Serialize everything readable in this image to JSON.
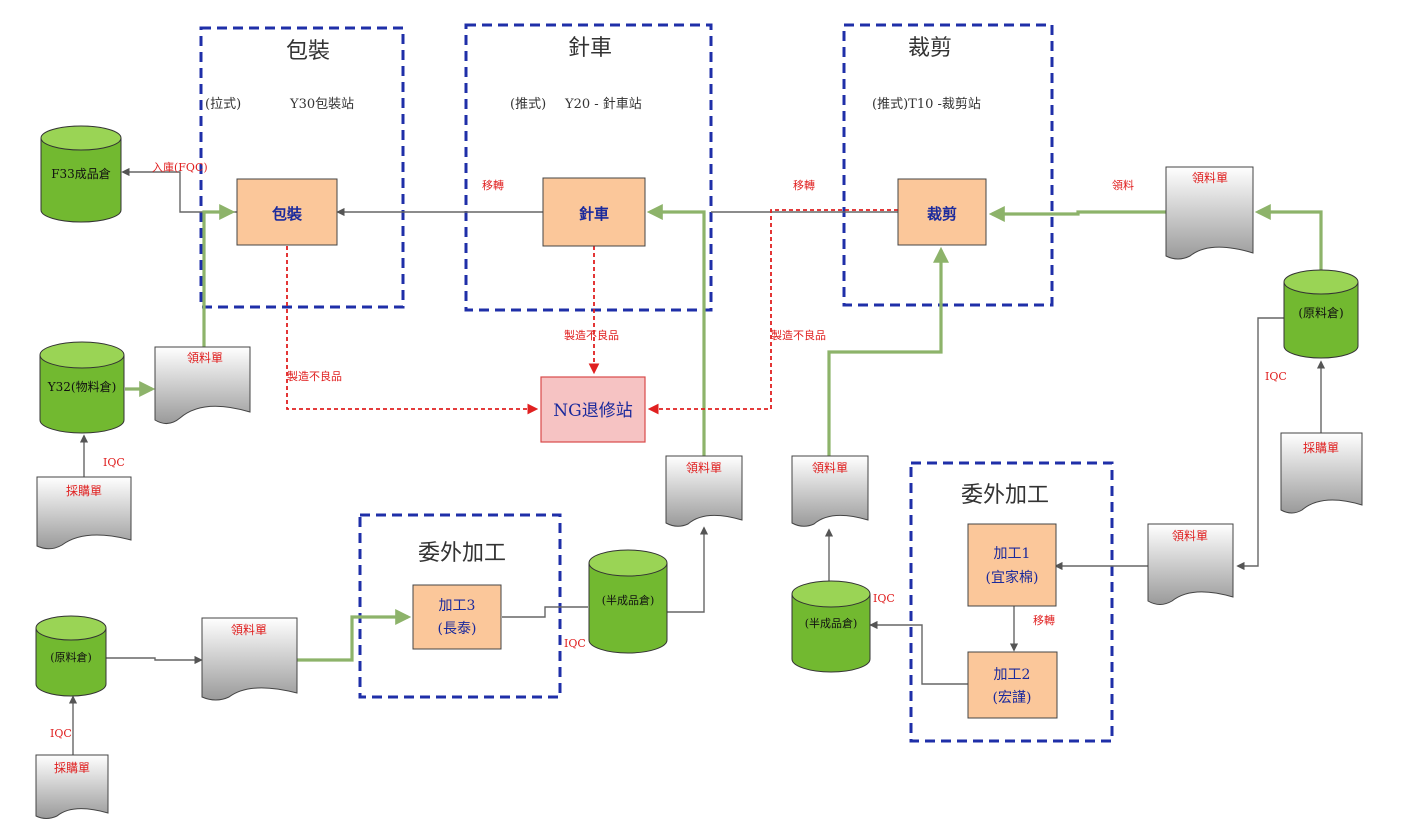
{
  "colors": {
    "dash_blue": "#1f2fa8",
    "db_green": "#72b930",
    "db_top": "#9ad455",
    "proc_fill": "#fbc79a",
    "proc_text": "#1b2a9c",
    "ng_fill": "#f6c3c3",
    "ng_stroke": "#d84a4a",
    "red_text": "#e02020",
    "green_arrow": "#8db36a",
    "gray_arrow": "#666666"
  },
  "stations": {
    "packing": {
      "title": "包裝",
      "mode": "(拉式)",
      "code": "Y30包裝站"
    },
    "sewing": {
      "title": "針車",
      "mode": "(推式)",
      "code": "Y20 - 針車站"
    },
    "cutting": {
      "title": "裁剪",
      "mode": "(推式)T10 -裁剪站"
    },
    "outsource_left": {
      "title": "委外加工"
    },
    "outsource_right": {
      "title": "委外加工"
    }
  },
  "processes": {
    "packing": "包裝",
    "sewing": "針車",
    "cutting": "裁剪",
    "ng": "NG退修站",
    "proc3_line1": "加工3",
    "proc3_line2": "(長泰)",
    "proc1_line1": "加工1",
    "proc1_line2": "(宜家棉)",
    "proc2_line1": "加工2",
    "proc2_line2": "(宏謹)"
  },
  "databases": {
    "f33": "F33成品倉",
    "y32": "Y32(物料倉)",
    "raw_right": "(原料倉)",
    "raw_left": "(原料倉)",
    "semi_center": "(半成品倉)",
    "semi_right": "(半成品倉)"
  },
  "documents": {
    "req_y32": "領料單",
    "purchase_y32": "採購單",
    "req_top_right": "領料單",
    "purchase_right": "採購單",
    "req_right_mid": "領料單",
    "req_sewing": "領料單",
    "req_cutting": "領料單",
    "req_bottom_left": "領料單",
    "purchase_bottom_left": "採購單"
  },
  "labels": {
    "inbound_fqc": "入庫(FQC)",
    "transfer_sewing": "移轉",
    "transfer_cutting": "移轉",
    "transfer_proc": "移轉",
    "picking": "領料",
    "defect_packing": "製造不良品",
    "defect_sewing": "製造不良品",
    "defect_cutting": "製造不良品",
    "iqc_y32": "IQC",
    "iqc_right": "IQC",
    "iqc_bottom_left": "IQC",
    "iqc_semi_center": "IQC",
    "iqc_semi_right": "IQC"
  }
}
